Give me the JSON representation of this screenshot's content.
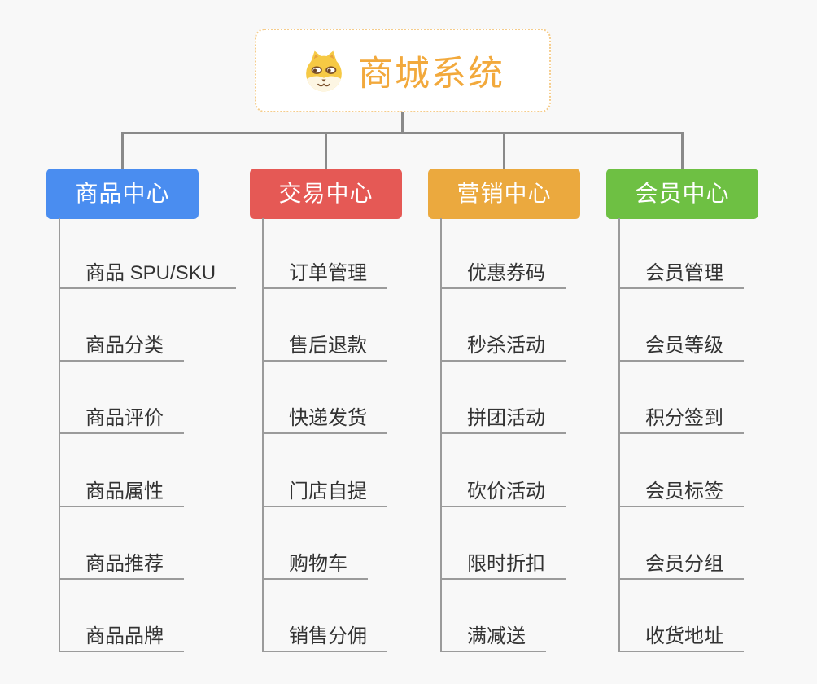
{
  "root": {
    "title": "商城系统",
    "icon": "dog-icon"
  },
  "branches": [
    {
      "label": "商品中心",
      "color": "#4A8DF0",
      "items": [
        "商品 SPU/SKU",
        "商品分类",
        "商品评价",
        "商品属性",
        "商品推荐",
        "商品品牌"
      ]
    },
    {
      "label": "交易中心",
      "color": "#E55955",
      "items": [
        "订单管理",
        "售后退款",
        "快递发货",
        "门店自提",
        "购物车",
        "销售分佣"
      ]
    },
    {
      "label": "营销中心",
      "color": "#EBA93E",
      "items": [
        "优惠券码",
        "秒杀活动",
        "拼团活动",
        "砍价活动",
        "限时折扣",
        "满减送"
      ]
    },
    {
      "label": "会员中心",
      "color": "#6EC043",
      "items": [
        "会员管理",
        "会员等级",
        "积分签到",
        "会员标签",
        "会员分组",
        "收货地址"
      ]
    }
  ],
  "colors": {
    "background": "#F8F8F8",
    "connector": "#8A8A8A",
    "underline": "#9B9B9B",
    "item_text": "#333333",
    "root_text": "#F2A93C",
    "root_border": "#F5CC8B"
  }
}
